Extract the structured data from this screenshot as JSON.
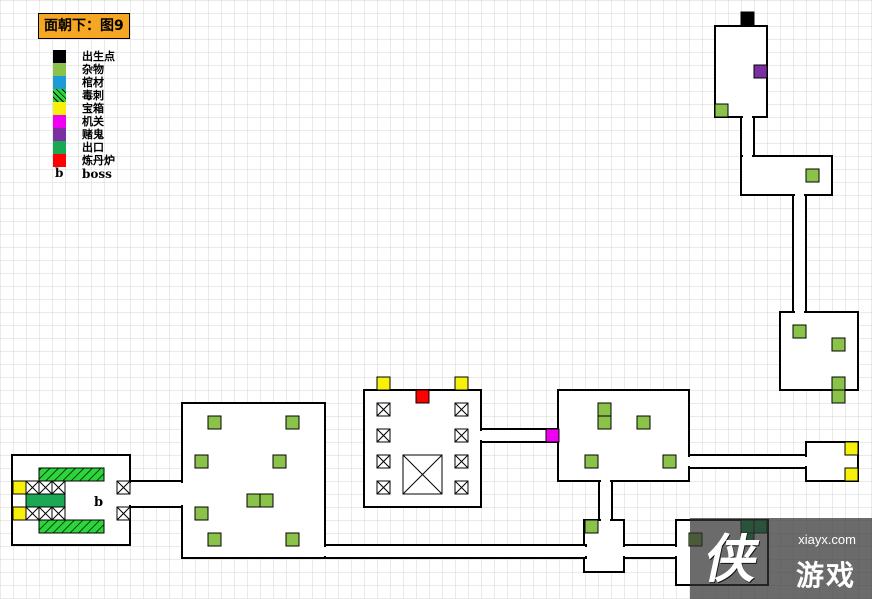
{
  "title": "面朝下：图9",
  "colors": {
    "spawn": "#000000",
    "item": "#8bc34a",
    "coffin": "#1e9bd7",
    "trap": "#2bd63a",
    "chest": "#f7f00a",
    "switch": "#f000f0",
    "ghost": "#7b2fa0",
    "exit": "#1aa854",
    "furnace": "#ff0000",
    "title_bg": "#f5a623",
    "watermark_bg": "#333333"
  },
  "legend": [
    {
      "key": "spawn",
      "label": "出生点",
      "icon": "black-square-icon"
    },
    {
      "key": "item",
      "label": "杂物",
      "icon": "green-square-icon"
    },
    {
      "key": "coffin",
      "label": "棺材",
      "icon": "blue-square-icon"
    },
    {
      "key": "trap",
      "label": "毒刺",
      "icon": "hatched-square-icon"
    },
    {
      "key": "chest",
      "label": "宝箱",
      "icon": "yellow-square-icon"
    },
    {
      "key": "switch",
      "label": "机关",
      "icon": "magenta-square-icon"
    },
    {
      "key": "ghost",
      "label": "赌鬼",
      "icon": "purple-square-icon"
    },
    {
      "key": "exit",
      "label": "出口",
      "icon": "darkgreen-square-icon"
    },
    {
      "key": "furnace",
      "label": "炼丹炉",
      "icon": "red-square-icon"
    },
    {
      "key": "boss",
      "letter": "b",
      "label": "boss"
    }
  ],
  "boss_marker": "b",
  "watermark": {
    "site": "xiayx.com",
    "glyph": "侠",
    "name": "游戏"
  }
}
